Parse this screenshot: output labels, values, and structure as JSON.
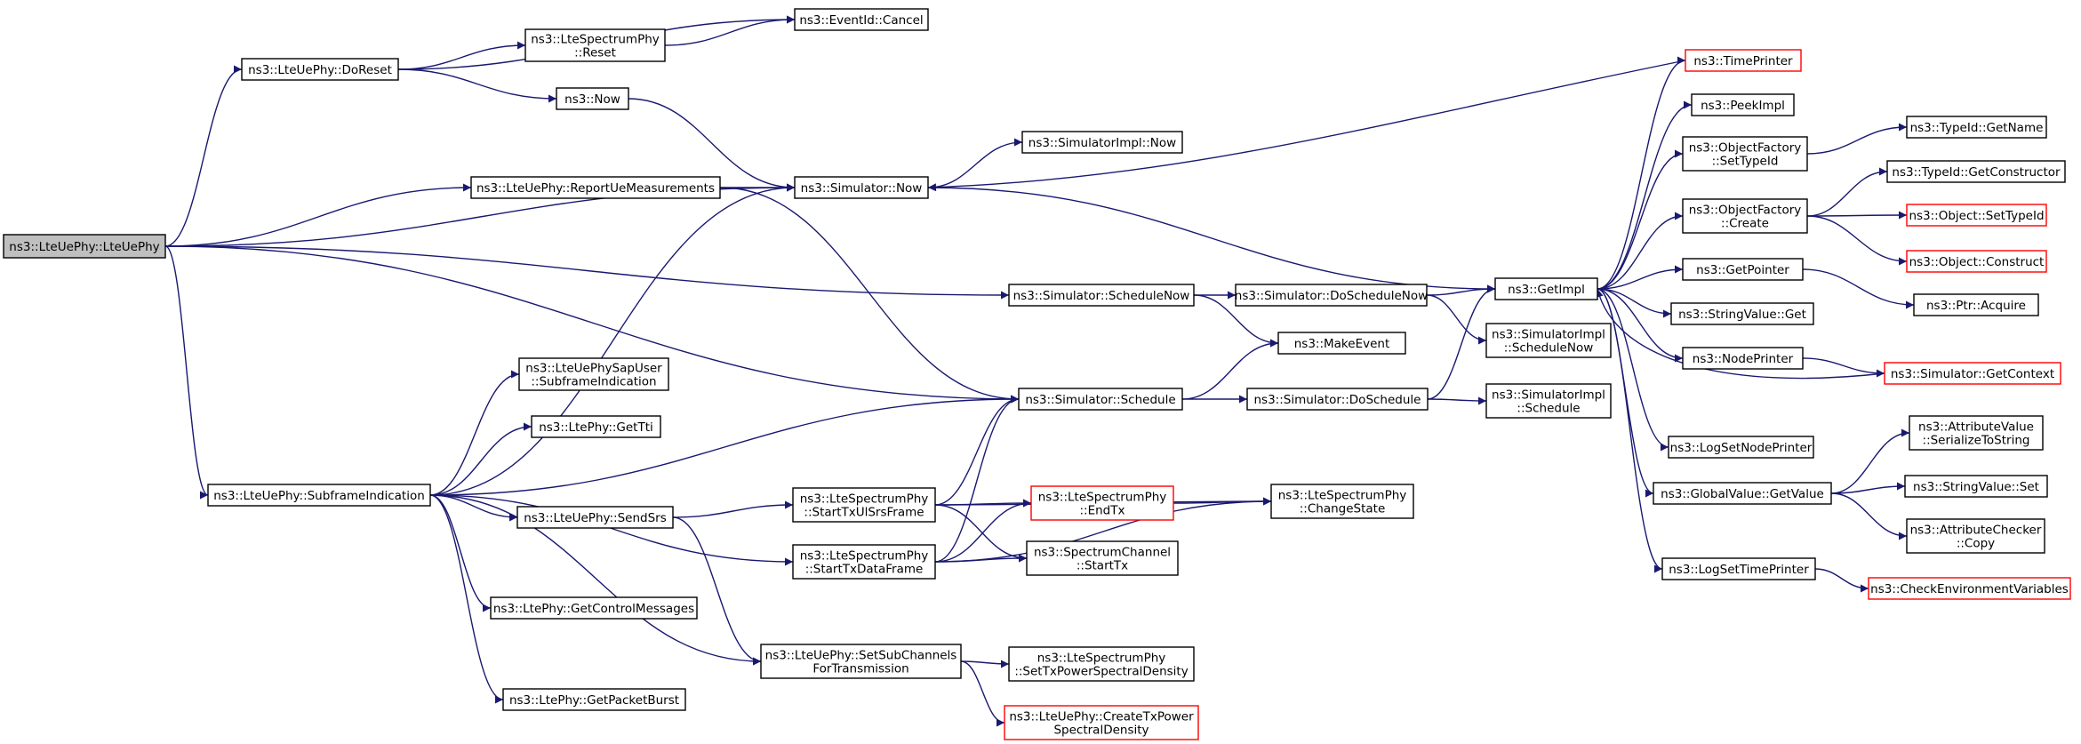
{
  "graph": {
    "kind": "call-graph",
    "edge_color": "#191970",
    "truncated_border_color": "#ff0000",
    "root_fill": "#bfbfbf",
    "nodes": {
      "root": {
        "lines": [
          "ns3::LteUePhy::LteUePhy"
        ],
        "style": "root"
      },
      "doreset": {
        "lines": [
          "ns3::LteUePhy::DoReset"
        ]
      },
      "spreset": {
        "lines": [
          "ns3::LteSpectrumPhy",
          "::Reset"
        ]
      },
      "cancel": {
        "lines": [
          "ns3::EventId::Cancel"
        ]
      },
      "now": {
        "lines": [
          "ns3::Now"
        ]
      },
      "simnow": {
        "lines": [
          "ns3::Simulator::Now"
        ]
      },
      "implnow": {
        "lines": [
          "ns3::SimulatorImpl::Now"
        ]
      },
      "report": {
        "lines": [
          "ns3::LteUePhy::ReportUeMeasurements"
        ]
      },
      "schednow": {
        "lines": [
          "ns3::Simulator::ScheduleNow"
        ]
      },
      "doschednow": {
        "lines": [
          "ns3::Simulator::DoScheduleNow"
        ]
      },
      "getimpl": {
        "lines": [
          "ns3::GetImpl"
        ]
      },
      "implschednow": {
        "lines": [
          "ns3::SimulatorImpl",
          "::ScheduleNow"
        ]
      },
      "makeevent": {
        "lines": [
          "ns3::MakeEvent"
        ]
      },
      "schedule": {
        "lines": [
          "ns3::Simulator::Schedule"
        ]
      },
      "dosched": {
        "lines": [
          "ns3::Simulator::DoSchedule"
        ]
      },
      "implsched": {
        "lines": [
          "ns3::SimulatorImpl",
          "::Schedule"
        ]
      },
      "sapuser": {
        "lines": [
          "ns3::LteUePhySapUser",
          "::SubframeIndication"
        ]
      },
      "gettti": {
        "lines": [
          "ns3::LtePhy::GetTti"
        ]
      },
      "subframe": {
        "lines": [
          "ns3::LteUePhy::SubframeIndication"
        ]
      },
      "sendsrs": {
        "lines": [
          "ns3::LteUePhy::SendSrs"
        ]
      },
      "startul": {
        "lines": [
          "ns3::LteSpectrumPhy",
          "::StartTxUlSrsFrame"
        ]
      },
      "endtx": {
        "lines": [
          "ns3::LteSpectrumPhy",
          "::EndTx"
        ],
        "style": "truncated"
      },
      "changestate": {
        "lines": [
          "ns3::LteSpectrumPhy",
          "::ChangeState"
        ]
      },
      "startdata": {
        "lines": [
          "ns3::LteSpectrumPhy",
          "::StartTxDataFrame"
        ]
      },
      "chstart": {
        "lines": [
          "ns3::SpectrumChannel",
          "::StartTx"
        ]
      },
      "getctrl": {
        "lines": [
          "ns3::LtePhy::GetControlMessages"
        ]
      },
      "setsub": {
        "lines": [
          "ns3::LteUePhy::SetSubChannels",
          "ForTransmission"
        ]
      },
      "settxpsd": {
        "lines": [
          "ns3::LteSpectrumPhy",
          "::SetTxPowerSpectralDensity"
        ]
      },
      "createpsd": {
        "lines": [
          "ns3::LteUePhy::CreateTxPower",
          "SpectralDensity"
        ],
        "style": "truncated"
      },
      "getburst": {
        "lines": [
          "ns3::LtePhy::GetPacketBurst"
        ]
      },
      "timeprinter": {
        "lines": [
          "ns3::TimePrinter"
        ],
        "style": "truncated"
      },
      "peekimpl": {
        "lines": [
          "ns3::PeekImpl"
        ]
      },
      "ofsettype": {
        "lines": [
          "ns3::ObjectFactory",
          "::SetTypeId"
        ]
      },
      "getname": {
        "lines": [
          "ns3::TypeId::GetName"
        ]
      },
      "ofcreate": {
        "lines": [
          "ns3::ObjectFactory",
          "::Create"
        ]
      },
      "getctor": {
        "lines": [
          "ns3::TypeId::GetConstructor"
        ]
      },
      "objsettype": {
        "lines": [
          "ns3::Object::SetTypeId"
        ],
        "style": "truncated"
      },
      "objconstruct": {
        "lines": [
          "ns3::Object::Construct"
        ],
        "style": "truncated"
      },
      "getpointer": {
        "lines": [
          "ns3::GetPointer"
        ]
      },
      "ptracquire": {
        "lines": [
          "ns3::Ptr::Acquire"
        ]
      },
      "strget": {
        "lines": [
          "ns3::StringValue::Get"
        ]
      },
      "nodeprinter": {
        "lines": [
          "ns3::NodePrinter"
        ]
      },
      "getcontext": {
        "lines": [
          "ns3::Simulator::GetContext"
        ],
        "style": "truncated"
      },
      "logsetnode": {
        "lines": [
          "ns3::LogSetNodePrinter"
        ]
      },
      "gvgetvalue": {
        "lines": [
          "ns3::GlobalValue::GetValue"
        ]
      },
      "avser": {
        "lines": [
          "ns3::AttributeValue",
          "::SerializeToString"
        ]
      },
      "strset": {
        "lines": [
          "ns3::StringValue::Set"
        ]
      },
      "accopy": {
        "lines": [
          "ns3::AttributeChecker",
          "::Copy"
        ]
      },
      "logsettime": {
        "lines": [
          "ns3::LogSetTimePrinter"
        ]
      },
      "checkenv": {
        "lines": [
          "ns3::CheckEnvironmentVariables"
        ],
        "style": "truncated"
      }
    },
    "edges": [
      [
        "root",
        "doreset"
      ],
      [
        "root",
        "simnow"
      ],
      [
        "root",
        "report"
      ],
      [
        "root",
        "schednow"
      ],
      [
        "root",
        "schedule"
      ],
      [
        "root",
        "subframe"
      ],
      [
        "doreset",
        "cancel"
      ],
      [
        "doreset",
        "spreset"
      ],
      [
        "doreset",
        "now"
      ],
      [
        "spreset",
        "cancel"
      ],
      [
        "now",
        "simnow"
      ],
      [
        "report",
        "simnow"
      ],
      [
        "report",
        "schedule"
      ],
      [
        "simnow",
        "implnow"
      ],
      [
        "simnow",
        "getimpl"
      ],
      [
        "schednow",
        "doschednow"
      ],
      [
        "schednow",
        "makeevent"
      ],
      [
        "doschednow",
        "getimpl"
      ],
      [
        "doschednow",
        "implschednow"
      ],
      [
        "schedule",
        "makeevent"
      ],
      [
        "schedule",
        "dosched"
      ],
      [
        "dosched",
        "getimpl"
      ],
      [
        "dosched",
        "implsched"
      ],
      [
        "subframe",
        "simnow"
      ],
      [
        "subframe",
        "sapuser"
      ],
      [
        "subframe",
        "gettti"
      ],
      [
        "subframe",
        "schedule"
      ],
      [
        "subframe",
        "sendsrs"
      ],
      [
        "subframe",
        "startdata"
      ],
      [
        "subframe",
        "getctrl"
      ],
      [
        "subframe",
        "setsub"
      ],
      [
        "subframe",
        "getburst"
      ],
      [
        "sendsrs",
        "startul"
      ],
      [
        "sendsrs",
        "setsub"
      ],
      [
        "startul",
        "schedule"
      ],
      [
        "startul",
        "endtx"
      ],
      [
        "startul",
        "changestate"
      ],
      [
        "startul",
        "chstart"
      ],
      [
        "startdata",
        "schedule"
      ],
      [
        "startdata",
        "endtx"
      ],
      [
        "startdata",
        "chstart"
      ],
      [
        "startdata",
        "changestate"
      ],
      [
        "endtx",
        "changestate"
      ],
      [
        "setsub",
        "settxpsd"
      ],
      [
        "setsub",
        "createpsd"
      ],
      [
        "getimpl",
        "timeprinter"
      ],
      [
        "getimpl",
        "peekimpl"
      ],
      [
        "getimpl",
        "ofsettype"
      ],
      [
        "getimpl",
        "ofcreate"
      ],
      [
        "getimpl",
        "getpointer"
      ],
      [
        "getimpl",
        "strget"
      ],
      [
        "getimpl",
        "nodeprinter"
      ],
      [
        "getimpl",
        "logsetnode"
      ],
      [
        "getimpl",
        "gvgetvalue"
      ],
      [
        "getimpl",
        "logsettime"
      ],
      [
        "timeprinter",
        "simnow"
      ],
      [
        "getcontext",
        "getimpl"
      ],
      [
        "ofsettype",
        "getname"
      ],
      [
        "ofcreate",
        "getctor"
      ],
      [
        "ofcreate",
        "objsettype"
      ],
      [
        "ofcreate",
        "objconstruct"
      ],
      [
        "getpointer",
        "ptracquire"
      ],
      [
        "nodeprinter",
        "getcontext"
      ],
      [
        "gvgetvalue",
        "avser"
      ],
      [
        "gvgetvalue",
        "strset"
      ],
      [
        "gvgetvalue",
        "accopy"
      ],
      [
        "logsettime",
        "checkenv"
      ]
    ]
  }
}
